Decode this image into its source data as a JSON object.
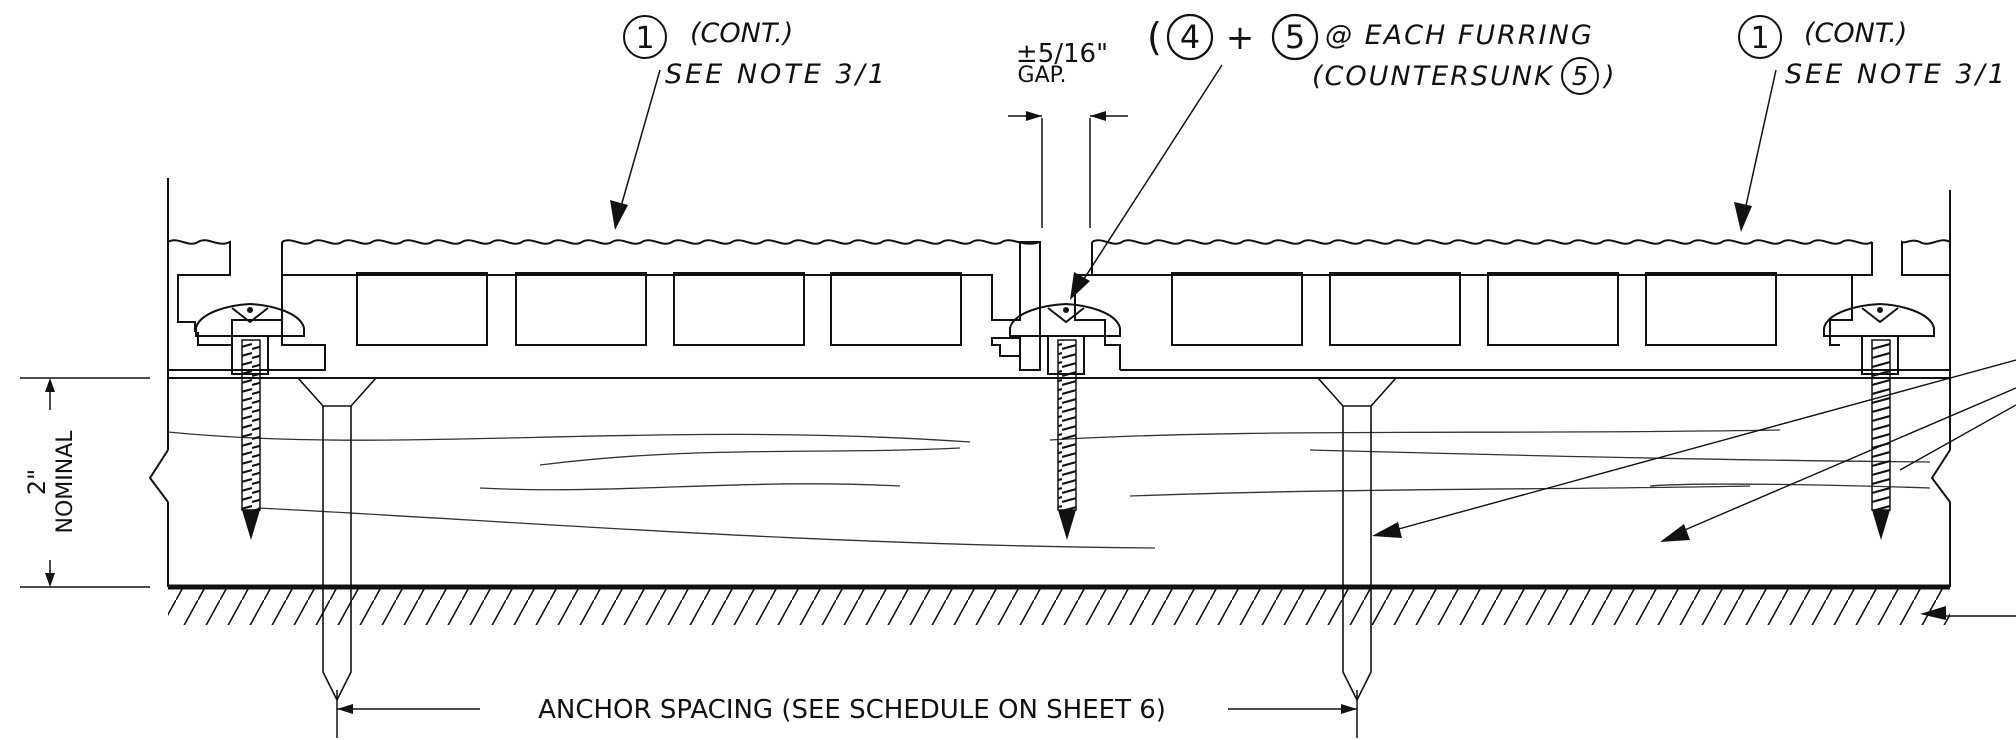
{
  "callouts": {
    "left": {
      "number": "1",
      "cont": "(CONT.)",
      "note": "SEE NOTE 3/1"
    },
    "right": {
      "number": "1",
      "cont": "(CONT.)",
      "note": "SEE NOTE 3/1"
    },
    "fastener": {
      "open_paren": "(",
      "number_a": "4",
      "plus": "+",
      "number_b": "5",
      "line1": "@ EACH FURRING",
      "line2_prefix": "(COUNTERSUNK",
      "line2_number": "5",
      "line2_suffix": ")"
    }
  },
  "dimensions": {
    "gap_value": "±5/16\"",
    "gap_label": "GAP.",
    "height_value": "2\"",
    "height_label": "NOMINAL",
    "anchor_spacing": "ANCHOR SPACING (SEE SCHEDULE ON SHEET 6)"
  }
}
